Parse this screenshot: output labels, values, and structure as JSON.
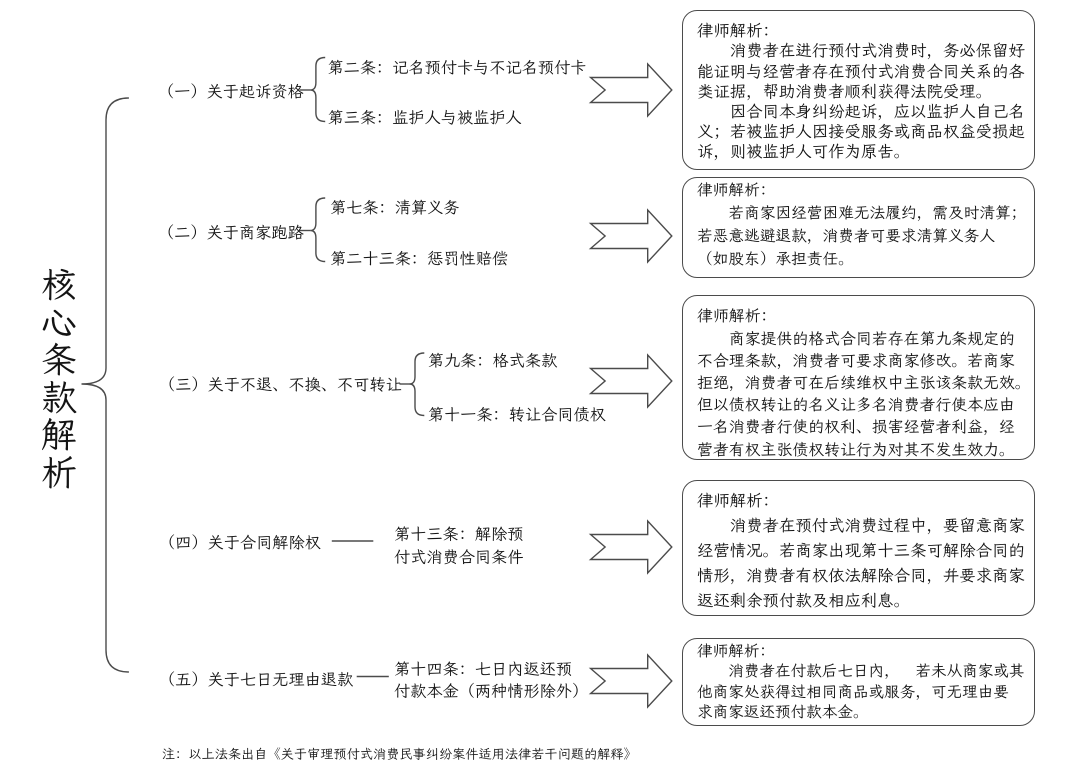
{
  "page": {
    "background": "#ffffff",
    "title": "核心条款解析",
    "footnote": "注：以上法条出自《关于审理预付式消费民事纠纷案件适用法律若干问题的解释》"
  },
  "colors": {
    "line": "#4b4b4b",
    "text": "#141414",
    "background": "#ffffff"
  },
  "branches": [
    {
      "label": "（一）关于起诉资格",
      "items": [
        "第二条：记名预付卡与不记名预付卡",
        "第三条：监护人与被监护人"
      ],
      "analysis": {
        "heading": "律师解析：",
        "lines": [
          "　　消费者在进行预付式消费时，务必保留好",
          "能证明与经营者存在预付式消费合同关系的各",
          "类证据，帮助消费者顺利获得法院受理。",
          "　　因合同本身纠纷起诉，应以监护人自己名",
          "义；若被监护人因接受服务或商品权益受损起",
          "诉，则被监护人可作为原告。"
        ]
      }
    },
    {
      "label": "（二）关于商家跑路",
      "items": [
        "第七条：清算义务",
        "第二十三条：惩罚性赔偿"
      ],
      "analysis": {
        "heading": "律师解析：",
        "lines": [
          "　　若商家因经营困难无法履约，需及时清算；",
          "若恶意逃避退款，消费者可要求清算义务人",
          "（如股东）承担责任。"
        ]
      }
    },
    {
      "label": "（三）关于不退、不换、不可转让",
      "items": [
        "第九条：格式条款",
        "第十一条：转让合同债权"
      ],
      "analysis": {
        "heading": "律师解析：",
        "lines": [
          "　　商家提供的格式合同若存在第九条规定的",
          "不合理条款，消费者可要求商家修改。若商家",
          "拒绝，消费者可在后续维权中主张该条款无效。",
          "但以债权转让的名义让多名消费者行使本应由",
          "一名消费者行使的权利、损害经营者利益，经",
          "营者有权主张债权转让行为对其不发生效力。"
        ]
      }
    },
    {
      "label": "（四）关于合同解除权",
      "items": [
        "第十三条：解除预\n付式消费合同条件"
      ],
      "analysis": {
        "heading": "律师解析：",
        "lines": [
          "　　消费者在预付式消费过程中，要留意商家",
          "经营情况。若商家出现第十三条可解除合同的",
          "情形，消费者有权依法解除合同，并要求商家",
          "返还剩余预付款及相应利息。"
        ]
      }
    },
    {
      "label": "（五）关于七日无理由退款",
      "items": [
        "第十四条：七日内返还预\n付款本金（两种情形除外）"
      ],
      "analysis": {
        "heading": "律师解析：",
        "lines": [
          "　　消费者在付款后七日内，　若未从商家或其",
          "他商家处获得过相同商品或服务，可无理由要",
          "求商家返还预付款本金。"
        ]
      }
    }
  ]
}
